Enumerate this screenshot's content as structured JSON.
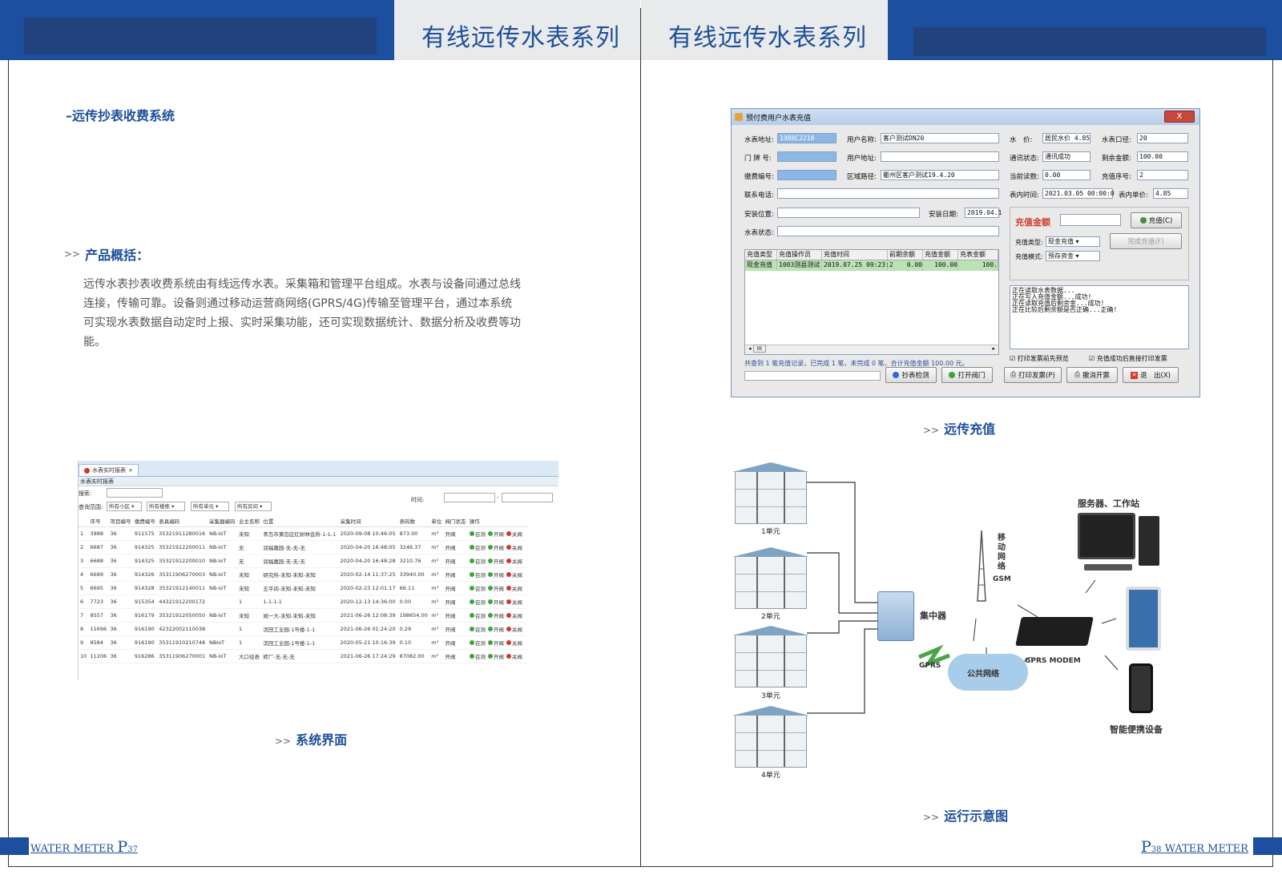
{
  "header": {
    "left_title": "有线远传水表系列",
    "right_title": "有线远传水表系列"
  },
  "left_page": {
    "section_title": "–远传抄表收费系统",
    "overview_heading": "产品概括：",
    "overview_lines": [
      "远传水表抄表收费系统由有线远传水表。采集箱和管理平台组成。水表与设备间通过总线",
      "连接，传输可靠。设备则通过移动运营商网络(GPRS/4G)传输至管理平台，通过本系统",
      "可实现水表数据自动定时上报、实时采集功能，还可实现数据统计、数据分析及收费等功",
      "能。"
    ],
    "caption": "系统界面",
    "arrow": ">>",
    "footer_text": "WATER METER",
    "footer_p": "P",
    "footer_num": "37"
  },
  "system_ui": {
    "tab_label": "水表实时报表",
    "subtitle": "水表实时报表",
    "search_label": "搜索:",
    "range_label": "查询范围:",
    "time_label": "时间:",
    "selects": [
      "所有小区",
      "所有楼栋",
      "所有单元",
      "所有房间"
    ],
    "columns": [
      "",
      "序号",
      "项目编号",
      "缴费编号",
      "表具编码",
      "采集器编码",
      "业主名称",
      "位置",
      "采集时间",
      "表码数",
      "单位",
      "阀门状态",
      "操作"
    ],
    "rows": [
      [
        "1",
        "3988",
        "36",
        "911575",
        "35321911280016",
        "NB-IoT",
        "未知",
        "青岛市黄岛区红树林会所-1-1-1",
        "2020-09-08 10:46:05",
        "873.00",
        "m³",
        "开阀"
      ],
      [
        "2",
        "6687",
        "36",
        "914325",
        "35321912200011",
        "NB-IoT",
        "无",
        "润福嘉园-无-无-无",
        "2020-04-20 16:48:05",
        "3246.37",
        "m³",
        "开阀"
      ],
      [
        "3",
        "6688",
        "36",
        "914325",
        "35321912200010",
        "NB-IoT",
        "无",
        "润福嘉园-无-无-无",
        "2020-04-20 16:48:28",
        "3210.76",
        "m³",
        "开阀"
      ],
      [
        "4",
        "6689",
        "36",
        "914326",
        "35311906270003",
        "NB-IoT",
        "未知",
        "研究所-未知-未知-未知",
        "2020-02-14 11:37:25",
        "33940.00",
        "m³",
        "开阀"
      ],
      [
        "5",
        "6695",
        "36",
        "914328",
        "35321912140011",
        "NB-IoT",
        "未知",
        "五平间-未知-未知-未知",
        "2020-02-23 12:01:17",
        "66.11",
        "m³",
        "开阀"
      ],
      [
        "6",
        "7723",
        "36",
        "915354",
        "44321912200172",
        "",
        "1",
        "1-1-1-1",
        "2020-12-13 14:36:00",
        "0.00",
        "m³",
        "开阀"
      ],
      [
        "7",
        "8557",
        "36",
        "916179",
        "35321912050050",
        "NB-IoT",
        "未知",
        "闻一大-未知-未知-未知",
        "2021-06-26 12:08:39",
        "198654.00",
        "m³",
        "开阀"
      ],
      [
        "8",
        "11696",
        "36",
        "916190",
        "42322002110038",
        "",
        "1",
        "滨田工业园-1号楼-1-1",
        "2021-06-26 01:24:20",
        "0.29",
        "m³",
        "开阀"
      ],
      [
        "9",
        "8584",
        "36",
        "916190",
        "35311910210748",
        "NBIoT",
        "1",
        "滨田工业园-1号楼-1-1",
        "2020-05-21 10:16:39",
        "0.10",
        "m³",
        "开阀"
      ],
      [
        "10",
        "11206",
        "36",
        "916286",
        "35311906270001",
        "NB-IoT",
        "大口径表",
        "砖厂-无-无-无",
        "2021-06-26 17:24:29",
        "87082.00",
        "m³",
        "开阀"
      ]
    ],
    "ops": [
      "召测",
      "开阀",
      "关阀"
    ]
  },
  "right_page": {
    "caption_recharge": "远传充值",
    "caption_diagram": "运行示意图",
    "arrow": ">>",
    "footer_text": "WATER METER",
    "footer_p": "P",
    "footer_num": "38"
  },
  "recharge_window": {
    "title": "预付费用户水表充值",
    "fields": {
      "meter_addr_label": "水表地址:",
      "meter_addr": "1988C2218",
      "user_name_label": "用户名称:",
      "user_name": "客户测试DN20",
      "price_label": "水　价:",
      "price": "居民水价 4.85",
      "caliber_label": "水表口径:",
      "caliber": "20",
      "door_label": "门 牌 号:",
      "user_addr_label": "用户地址:",
      "comm_label": "通讯状态:",
      "comm": "通讯成功",
      "balance_label": "剩余金额:",
      "balance": "100.00",
      "pay_no_label": "缴费编号:",
      "area_label": "区域路径:",
      "area": "衢州区客户测试19.4.20",
      "reading_label": "当前读数:",
      "reading": "0.00",
      "recharge_no_label": "充值序号:",
      "recharge_no": "2",
      "phone_label": "联系电话:",
      "meter_time_label": "表内时间:",
      "meter_time": "2021.03.05 00:00:0",
      "unit_price_label": "表内单价:",
      "unit_price": "4.85",
      "install_pos_label": "安装位置:",
      "install_date_label": "安装日期:",
      "install_date": "2019.04.1",
      "meter_status_label": "水表状态:"
    },
    "amount_label": "充值金额",
    "recharge_btn": "充值(C)",
    "complete_btn": "完成充值(F)",
    "type_label": "充值类型:",
    "type_value": "现金充值",
    "mode_label": "充值模式:",
    "mode_value": "预存资金",
    "grid_cols": [
      "充值类型",
      "充值操作员",
      "充值时间",
      "前期余额",
      "充值金额",
      "充表金额"
    ],
    "grid_row": [
      "现金充值",
      "1003测县测试",
      "2019.07.25 09:23:2",
      "0.00",
      "100.00",
      "100."
    ],
    "log_lines": [
      "正在读取水表数据...",
      "正在写入充值金额...成功!",
      "正在读取充值后剩余金...成功!",
      "正在比较后剩余额是否正确...正确!"
    ],
    "summary": "共查到 1 笔充值记录，已完成 1 笔，未完成 0 笔，合计充值金额 100.00 元。",
    "chk_preview": "打印发票前先预览",
    "chk_print": "充值成功后直接打印发票",
    "btn_read": "抄表检测",
    "btn_open": "打开阀门",
    "btn_invoice": "打印发票(P)",
    "btn_cancel": "撤消开票",
    "btn_exit": "退　出(X)",
    "scroll_label": "III",
    "close": "X"
  },
  "diagram": {
    "units": [
      "1单元",
      "2单元",
      "3单元",
      "4单元"
    ],
    "concentrator": "集中器",
    "gprs_left": "GPRS",
    "tower": "移动网络",
    "gsm": "GSM",
    "cloud": "公共网络",
    "modem": "GPRS MODEM",
    "server": "服务器、工作站",
    "mobile": "智能便携设备"
  },
  "colors": {
    "brand_blue": "#1c4fa0",
    "title_blue": "#1d4f9a",
    "header_gray": "#e9eaec"
  }
}
